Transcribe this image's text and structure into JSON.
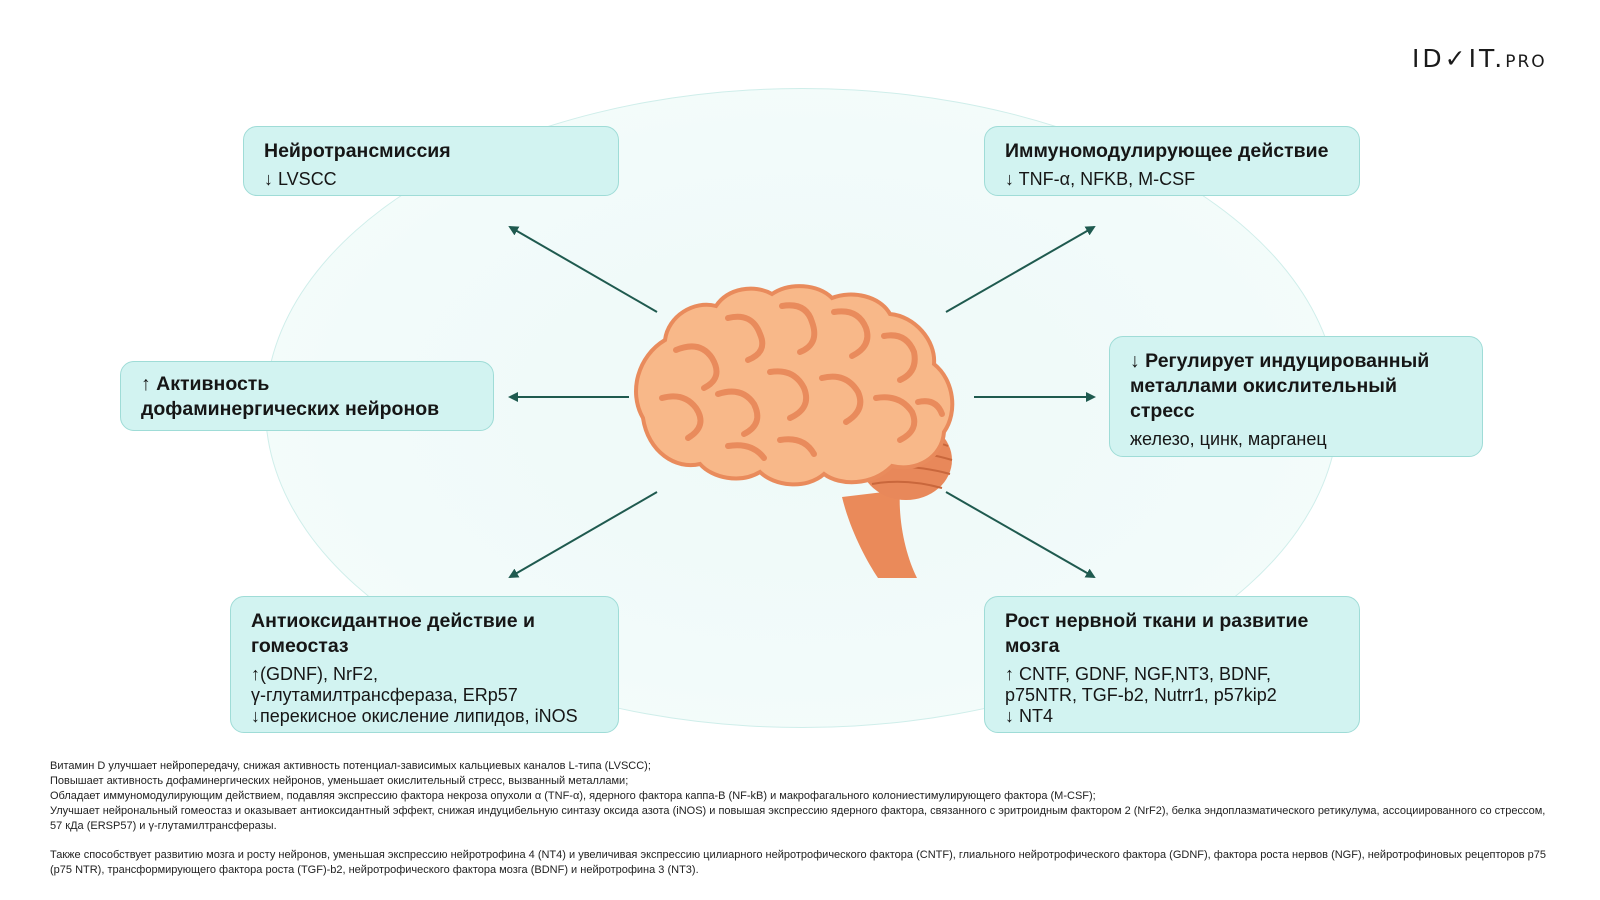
{
  "logo": {
    "main": "ID✓IT.",
    "suffix": "PRO"
  },
  "cards": {
    "neurotransmission": {
      "title": "Нейротрансмиссия",
      "lines": [
        "↓ LVSCC"
      ]
    },
    "immuno": {
      "title": "Иммуномодулирующее действие",
      "lines": [
        "↓ TNF-α, NFKB, M-CSF"
      ]
    },
    "dopamine": {
      "title": "↑ Активность дофаминергических нейронов",
      "lines": []
    },
    "metals": {
      "title": "↓ Регулирует индуцированный металлами окислительный стресс",
      "lines": [
        "железо, цинк, марганец"
      ]
    },
    "antioxidant": {
      "title": "Антиоксидантное действие и гомеостаз",
      "lines": [
        "↑(GDNF), NrF2,",
        "γ-глутамилтрансфераза, ERp57",
        "↓перекисное окисление липидов, iNOS"
      ]
    },
    "growth": {
      "title": "Рост нервной ткани и развитие мозга",
      "lines": [
        "↑ CNTF, GDNF, NGF,NT3, BDNF,",
        "p75NTR, TGF-b2, Nutrr1, p57kip2",
        "↓ NT4"
      ]
    }
  },
  "footnote": {
    "lines": [
      "Витамин D улучшает нейропередачу, снижая активность потенциал-зависимых кальциевых каналов L-типа (LVSCC);",
      "Повышает активность дофаминергических нейронов, уменьшает окислительный стресс, вызванный металлами;",
      "Обладает иммуномодулирующим действием, подавляя экспрессию фактора некроза опухоли α (TNF-α), ядерного фактора каппа-B (NF-kB) и макрофагального колониестимулирующего фактора (M-CSF);",
      "Улучшает нейрональный гомеостаз и оказывает антиоксидантный эффект, снижая индуцибельную синтазу оксида азота (iNOS) и повышая экспрессию ядерного фактора, связанного с эритроидным фактором 2 (NrF2), белка эндоплазматического ретикулума, ассоциированного со стрессом, 57 кДа (ERSP57) и γ-глутамилтрансферазы."
    ],
    "extra": "Также способствует развитию мозга и росту нейронов, уменьшая экспрессию нейротрофина 4 (NT4) и увеличивая экспрессию цилиарного нейротрофического фактора (CNTF), глиального нейротрофического фактора (GDNF), фактора роста нервов (NGF), нейротрофиновых рецепторов p75 (p75 NTR), трансформирующего фактора роста (TGF)-b2, нейротрофического фактора мозга (BDNF) и нейротрофина 3 (NT3)."
  },
  "colors": {
    "card_bg": "#d2f3f1",
    "card_border": "#9fdcd7",
    "arrow": "#1f5a4f",
    "brain_fill": "#f8b889",
    "brain_fold": "#e98b5c",
    "stem": "#ea8a5a"
  },
  "icons": {
    "center": "brain-icon"
  }
}
